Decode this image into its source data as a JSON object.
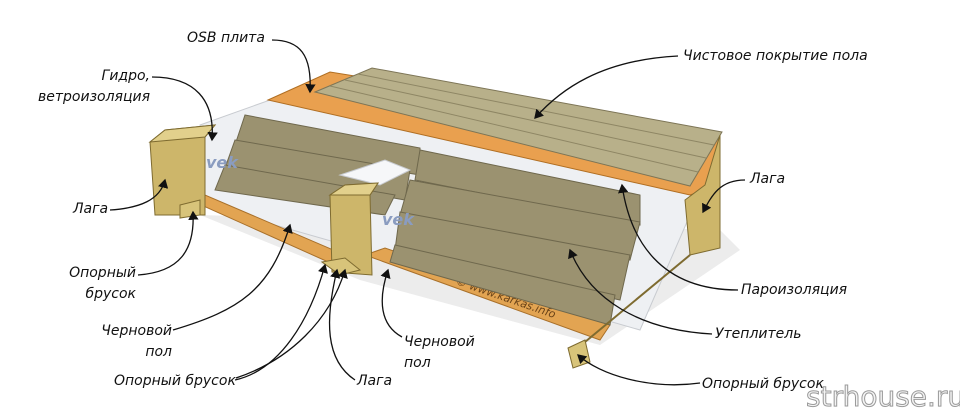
{
  "labels": {
    "osb": "OSB плита",
    "finish_floor": "Чистовое покрытие пола",
    "hydro_line1": "Гидро,",
    "hydro_line2": "ветроизоляция",
    "joist_left": "Лага",
    "joist_right": "Лага",
    "support_left_line1": "Опорный",
    "support_left_line2": "брусок",
    "vapor_barrier": "Пароизоляция",
    "subfloor_left_line1": "Черновой",
    "subfloor_left_line2": "пол",
    "subfloor_mid_line1": "Черновой",
    "subfloor_mid_line2": "пол",
    "insulation": "Утеплитель",
    "support_bottom_left": "Опорный брусок",
    "joist_bottom": "Лага",
    "support_bottom_right": "Опорный брусок"
  },
  "membrane_brand": "vek",
  "subfloor_stamp": "© www.karkas.info",
  "watermark": "strhouse.ru",
  "colors": {
    "wood": "#d8c47a",
    "osb": "#e9a04f",
    "insulation": "#9b9270",
    "membrane": "#eef0f3",
    "finish": "#b8b08a"
  }
}
